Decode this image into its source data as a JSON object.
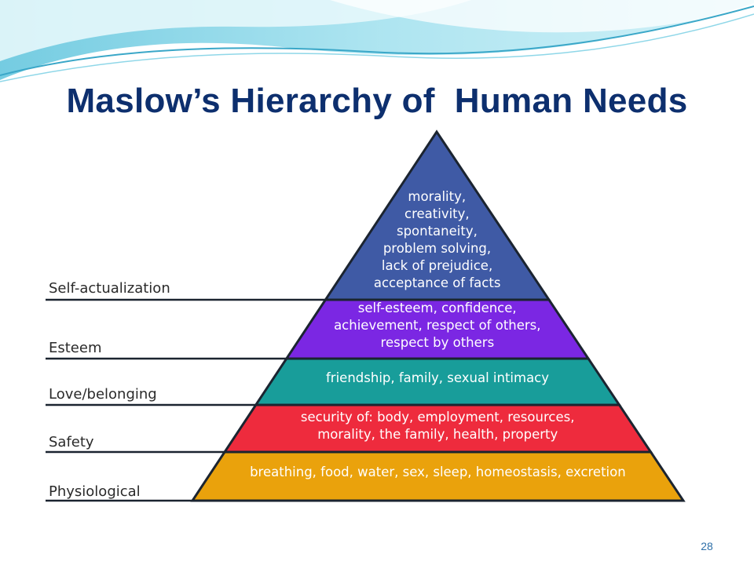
{
  "slide": {
    "title": "Maslow’s Hierarchy of  Human Needs",
    "slide_number": "28"
  },
  "pyramid": {
    "levels": [
      {
        "name": "Self-actualization",
        "color": "#3f5aa5",
        "lines": [
          "morality,",
          "creativity,",
          "spontaneity,",
          "problem solving,",
          "lack of prejudice,",
          "acceptance of facts"
        ]
      },
      {
        "name": "Esteem",
        "color": "#7b27e3",
        "lines": [
          "self-esteem, confidence,",
          "achievement, respect of others,",
          "respect by others"
        ]
      },
      {
        "name": "Love/belonging",
        "color": "#189d9a",
        "lines": [
          "friendship, family, sexual intimacy"
        ]
      },
      {
        "name": "Safety",
        "color": "#ee2b3d",
        "lines": [
          "security of: body, employment, resources,",
          "morality, the family, health, property"
        ]
      },
      {
        "name": "Physiological",
        "color": "#eaa20c",
        "lines": [
          "breathing, food, water, sex, sleep, homeostasis, excretion"
        ]
      }
    ]
  },
  "theme": {
    "title_color": "#0d2f6e",
    "outline_color": "#1b2430",
    "wave_colors": [
      "#7fd3e4",
      "#a6e3ef",
      "#4fb6d3"
    ]
  }
}
